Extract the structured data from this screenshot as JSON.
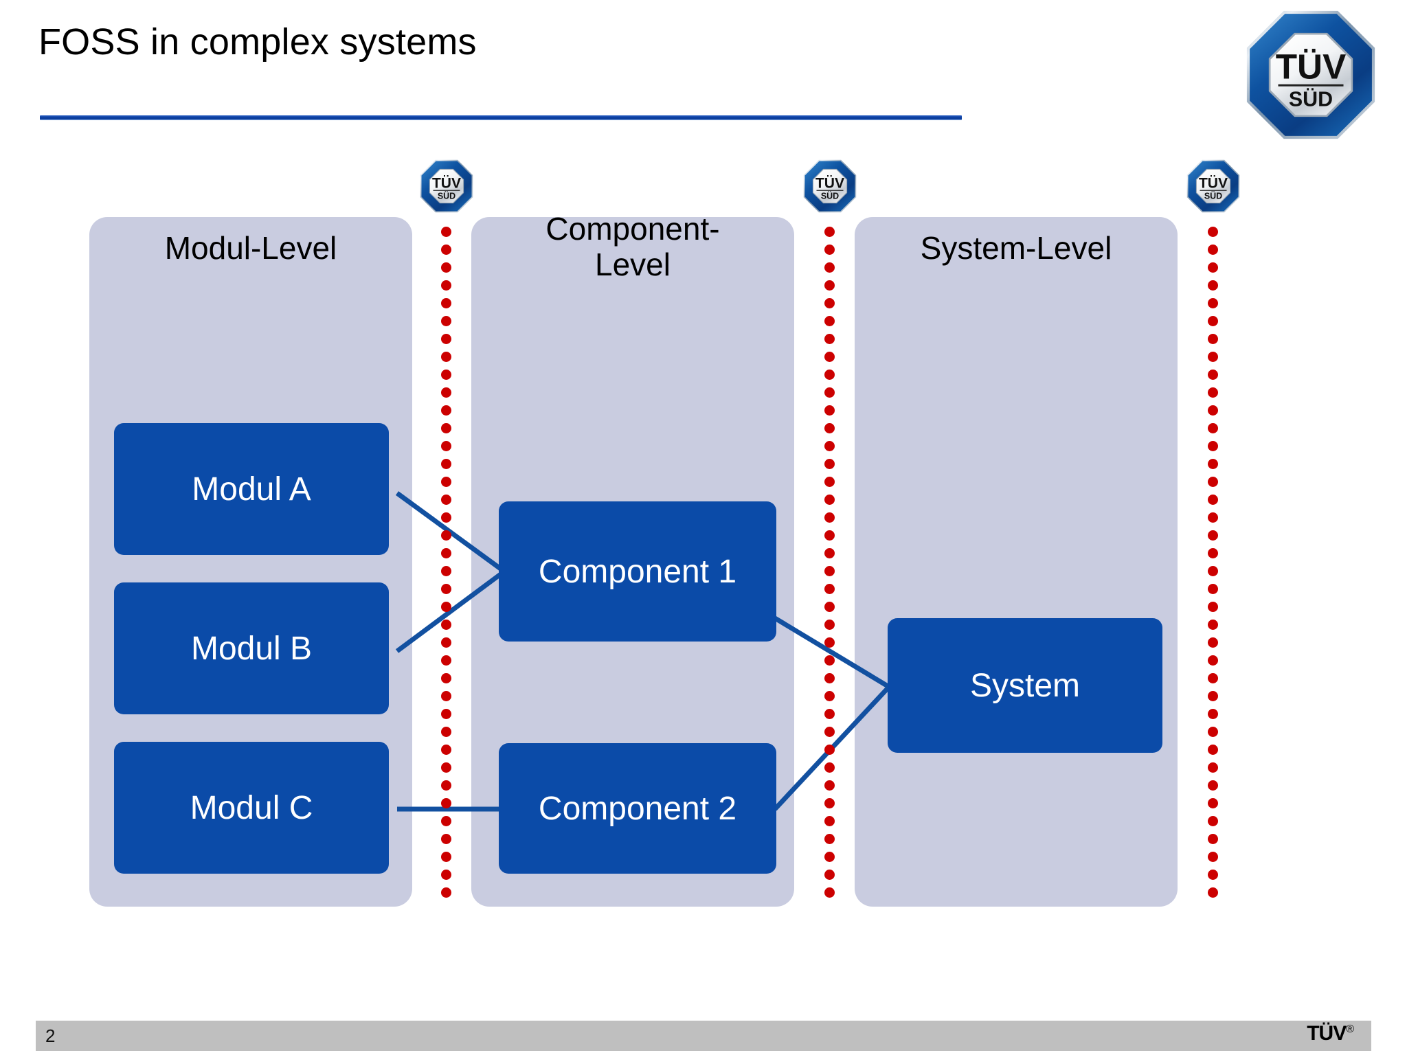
{
  "slide": {
    "title": "FOSS in complex systems",
    "page_number": "2",
    "accent_color": "#0b3d9e",
    "panel_color": "#c9cce0",
    "box_color": "#0b4ba8",
    "dot_color": "#cc0000"
  },
  "brand": {
    "logo_top": "TÜV",
    "logo_bottom": "SÜD",
    "footer_wordmark": "TÜV",
    "footer_registered": "®"
  },
  "levels": [
    {
      "label": "Modul-Level",
      "label_line1": "Modul-Level",
      "label_line2": ""
    },
    {
      "label": "Component-Level",
      "label_line1": "Component-",
      "label_line2": "Level"
    },
    {
      "label": "System-Level",
      "label_line1": "System-Level",
      "label_line2": ""
    }
  ],
  "boxes": {
    "modul_a": "Modul A",
    "modul_b": "Modul B",
    "modul_c": "Modul C",
    "component_1": "Component 1",
    "component_2": "Component 2",
    "system": "System"
  },
  "audit_gates": [
    {
      "name": "gate-modul-to-component"
    },
    {
      "name": "gate-component-to-system"
    },
    {
      "name": "gate-system-output"
    }
  ],
  "connections": [
    {
      "from": "Modul A",
      "to": "Component 1"
    },
    {
      "from": "Modul B",
      "to": "Component 1"
    },
    {
      "from": "Modul C",
      "to": "Component 2"
    },
    {
      "from": "Component 1",
      "to": "System"
    },
    {
      "from": "Component 2",
      "to": "System"
    }
  ]
}
